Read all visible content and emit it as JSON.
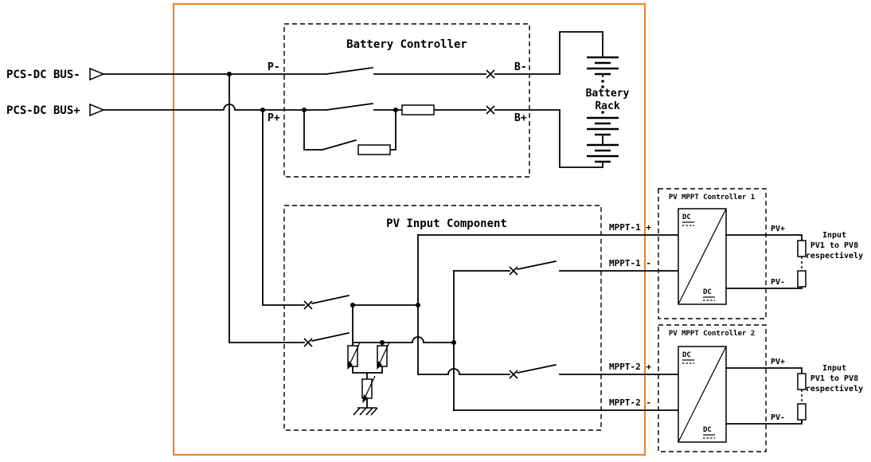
{
  "colors": {
    "line": "#000000",
    "enclosure_border": "#E8862D",
    "background": "#FFFFFF"
  },
  "inputs": {
    "bus_minus": "PCS-DC BUS-",
    "bus_plus": "PCS-DC BUS+"
  },
  "battery_controller": {
    "title": "Battery Controller",
    "p_minus": "P-",
    "p_plus": "P+",
    "b_minus": "B-",
    "b_plus": "B+"
  },
  "battery_rack": {
    "line1": "Battery",
    "line2": "Rack"
  },
  "pv_input": {
    "title": "PV Input Component",
    "mppt1_plus": "MPPT-1 +",
    "mppt1_minus": "MPPT-1 -",
    "mppt2_plus": "MPPT-2 +",
    "mppt2_minus": "MPPT-2 -"
  },
  "mppt_controller_1": {
    "title": "PV MPPT Controller 1",
    "dc_top": "DC",
    "dc_bottom": "DC",
    "pv_plus": "PV+",
    "pv_minus": "PV-",
    "note": {
      "line1": "Input",
      "line2": "PV1 to PV8",
      "line3": "respectively"
    }
  },
  "mppt_controller_2": {
    "title": "PV MPPT Controller 2",
    "dc_top": "DC",
    "dc_bottom": "DC",
    "pv_plus": "PV+",
    "pv_minus": "PV-",
    "note": {
      "line1": "Input",
      "line2": "PV1 to PV8",
      "line3": "respectively"
    }
  }
}
